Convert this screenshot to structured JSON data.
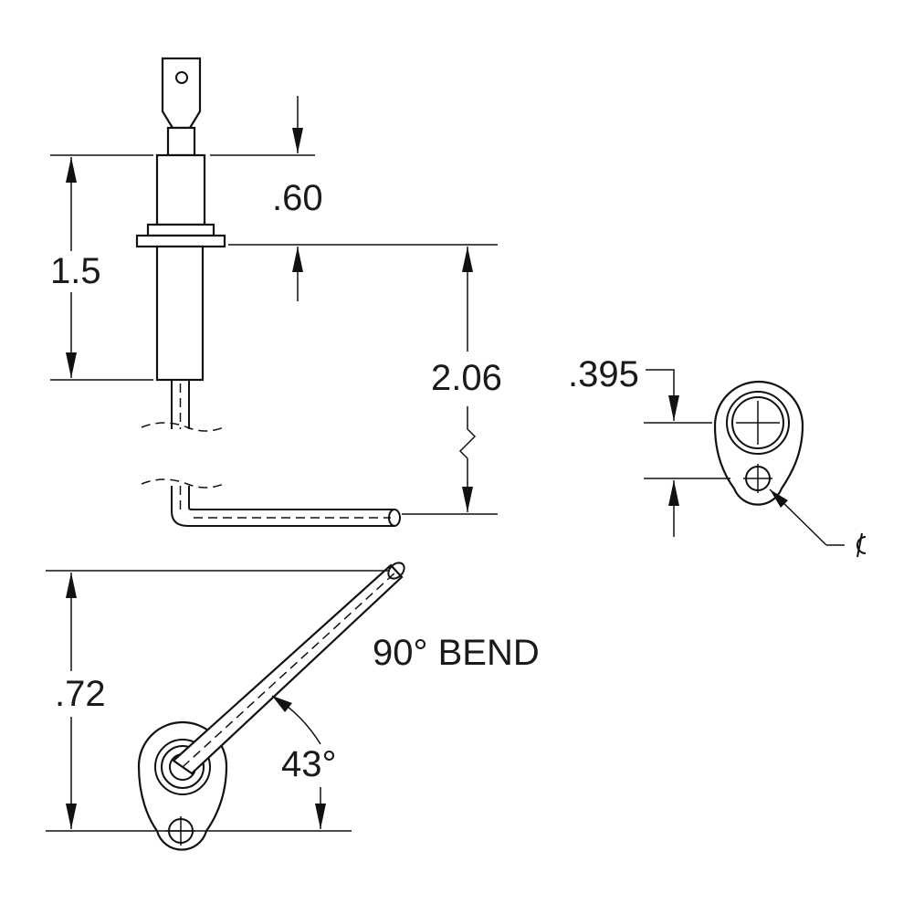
{
  "dimensions": {
    "pin_height": ".60",
    "body_length": "1.5",
    "wire_length": "2.06",
    "hole_spacing": ".395",
    "overall_height": ".72",
    "bend_angle": "43°"
  },
  "notes": {
    "bend": "90° BEND"
  }
}
